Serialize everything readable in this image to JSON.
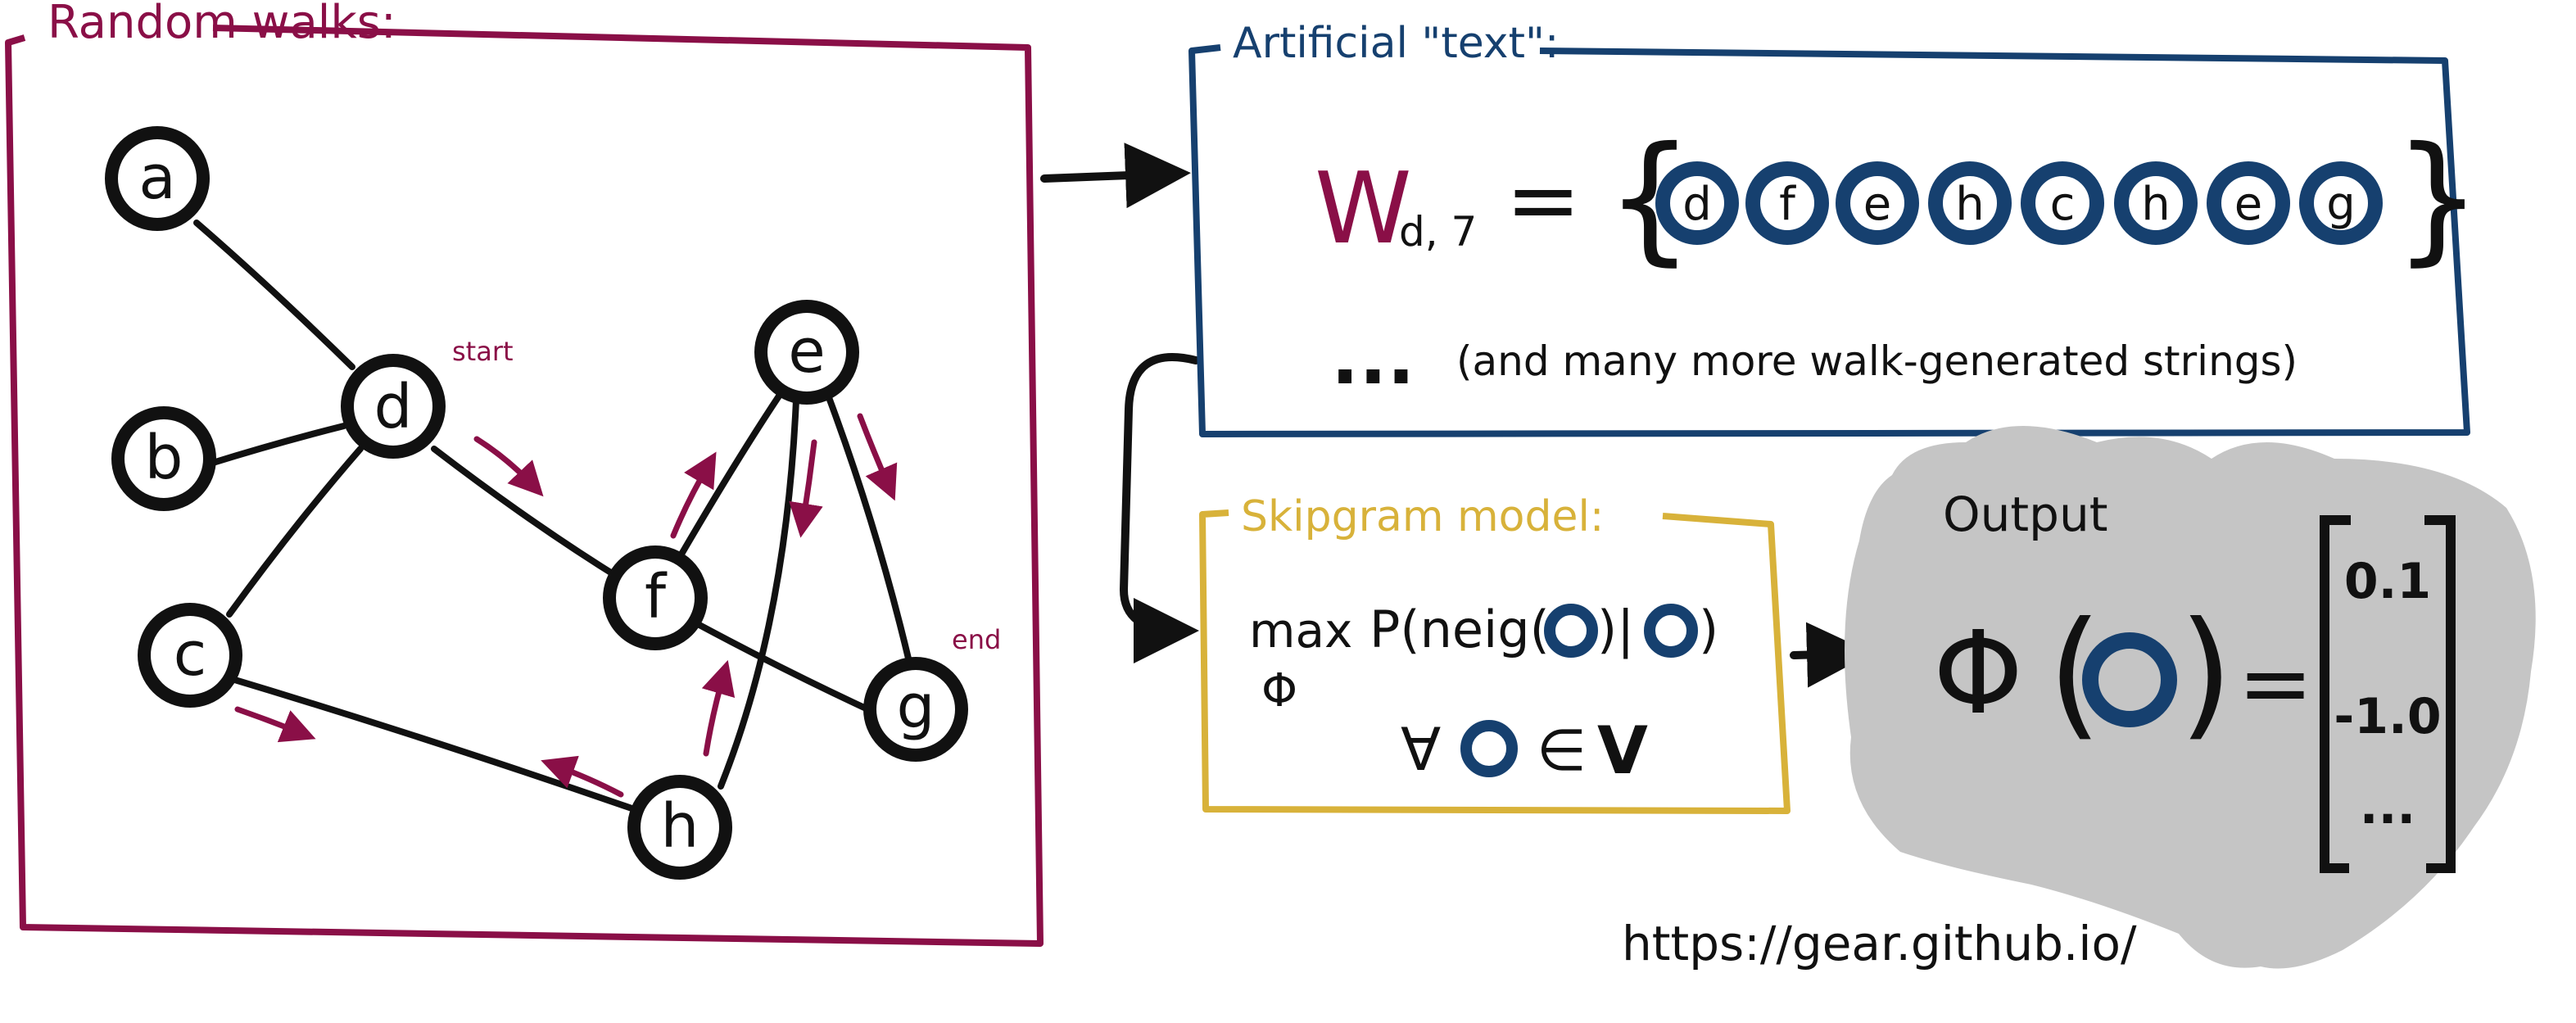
{
  "colors": {
    "maroon": "#8a0f47",
    "navy": "#16406f",
    "gold": "#d8b23a",
    "gray": "#c5c5c5",
    "ink": "#111111"
  },
  "random_walks": {
    "title": "Random walks:",
    "start_label": "start",
    "end_label": "end",
    "nodes": [
      {
        "id": "a",
        "label": "a"
      },
      {
        "id": "b",
        "label": "b"
      },
      {
        "id": "c",
        "label": "c"
      },
      {
        "id": "d",
        "label": "d"
      },
      {
        "id": "e",
        "label": "e"
      },
      {
        "id": "f",
        "label": "f"
      },
      {
        "id": "g",
        "label": "g"
      },
      {
        "id": "h",
        "label": "h"
      }
    ],
    "edges": [
      [
        "a",
        "d"
      ],
      [
        "b",
        "d"
      ],
      [
        "c",
        "d"
      ],
      [
        "d",
        "f"
      ],
      [
        "f",
        "e"
      ],
      [
        "e",
        "h"
      ],
      [
        "e",
        "g"
      ],
      [
        "f",
        "g"
      ],
      [
        "c",
        "h"
      ]
    ]
  },
  "artificial_text": {
    "title": "Artificial \"text\":",
    "w_symbol": "W",
    "w_subscript": "d, 7",
    "equals": "=",
    "open_brace": "{",
    "close_brace": "}",
    "walk_sequence": [
      "d",
      "f",
      "e",
      "h",
      "c",
      "h",
      "e",
      "g"
    ],
    "ellipsis": "...",
    "more_note": "(and many more walk-generated strings)"
  },
  "skipgram": {
    "title": "Skipgram model:",
    "max_label": "max",
    "phi_sub": "Φ",
    "p_open": "P(neig(",
    "bar": ")|",
    "close": ")",
    "forall": "∀",
    "element_of": "∈",
    "set_v": "V"
  },
  "output": {
    "title": "Output",
    "phi": "Φ",
    "paren_open": "(",
    "paren_close": ")",
    "equals": "=",
    "vector": [
      "0.1",
      "-1.0",
      "..."
    ]
  },
  "url": "https://gear.github.io/"
}
